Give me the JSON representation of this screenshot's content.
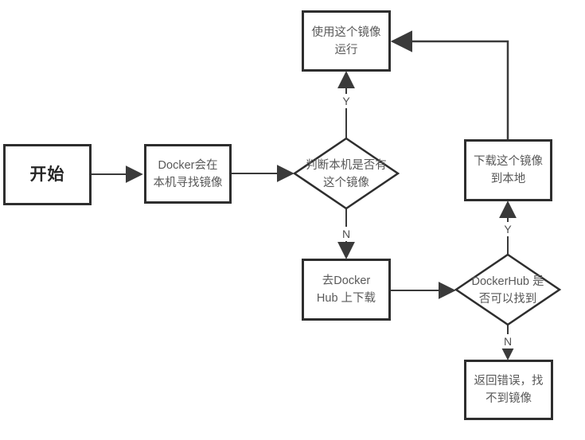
{
  "flowchart": {
    "nodes": {
      "start": {
        "label": "开始"
      },
      "search_local": {
        "line1": "Docker会在",
        "line2": "本机寻找镜像"
      },
      "decision_local": {
        "line1": "判断本机是否有",
        "line2": "这个镜像"
      },
      "use_image": {
        "line1": "使用这个镜像",
        "line2": "运行"
      },
      "download_image": {
        "line1": "下载这个镜像",
        "line2": "到本地"
      },
      "go_dockerhub": {
        "line1": "去Docker",
        "line2": "Hub 上下载"
      },
      "decision_hub": {
        "line1": "DockerHub 是",
        "line2": "否可以找到"
      },
      "return_error": {
        "line1": "返回错误，找",
        "line2": "不到镜像"
      }
    },
    "edge_labels": {
      "local_found_yes": "Y",
      "local_found_no": "N",
      "hub_found_yes": "Y",
      "hub_found_no": "N"
    },
    "colors": {
      "stroke": "#3a3a3a",
      "node_border": "#2e2e2e",
      "text": "#595959",
      "start_text": "#262626",
      "background": "#ffffff"
    }
  }
}
